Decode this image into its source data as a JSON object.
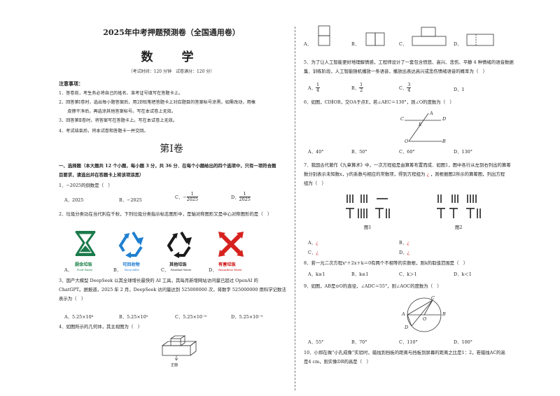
{
  "left": {
    "title": "2025年中考押题预测卷（全国通用卷）",
    "subject": "数　学",
    "exam_info": "（考试时间：120 分钟　试卷满分：120 分）",
    "notice_heading": "注意事项：",
    "notices": [
      "1．答卷前，考生务必将自己的姓名、准考证号填写在答题卡上。",
      "2．回答第Ⅰ卷时，选出每小题答案后，用2B铅笔把答题卡上对应题目的答案标号涂黑。如需改动，用橡",
      "　　皮擦干净后，再选涂其他答案标号。写在本试卷上无效。",
      "3．回答第Ⅱ卷时，将答案写在答题卡上。写在本试卷上无效。",
      "4．考试结束后，将本试卷和答题卡一并交回。"
    ],
    "volume": "第Ⅰ卷",
    "section1_line1": "一、选择题（本大题共 12 个小题，每小题 3 分，共 36 分．在每个小题给出的四个选项中，只有一项符合题",
    "section1_line2": "目要求，请选出并在答题卡上将该项涂黑）",
    "q1": {
      "stem": "1．−2025的倒数是（　）",
      "A": "A．2025",
      "B": "B．−2025",
      "C_prefix": "C．−",
      "C_num": "1",
      "C_den": "2025",
      "D_prefix": "D．",
      "D_num": "1",
      "D_den": "2025"
    },
    "q2": {
      "stem": "2．垃圾分类功在当代利在千秋，下列垃圾分类指示标志图形中，是轴对称图形又是中心对称图形的是（　）",
      "icons": [
        {
          "name": "厨余垃圾",
          "en": "Food Waste",
          "letter": "A．"
        },
        {
          "name": "可回收物",
          "en": "Recyclable",
          "letter": "B．"
        },
        {
          "name": "其他垃圾",
          "en": "Residual Waste",
          "letter": "C．"
        },
        {
          "name": "有害垃圾",
          "en": "Hazardous Waste",
          "letter": "D．"
        }
      ]
    },
    "q3": {
      "line1": "3．国产大模型 DeepSeek 以其全球增长最快的 AI 工具，其每月新增网站访问量已超过 OpenAI 的",
      "line2": "ChatGPT。据报道，2025 年 2 月，DeepSeek 访问量达到 525000000 次，将数字 525000000 用科学记数法",
      "line3": "表示为（　）",
      "A": "A．5.25×10⁸",
      "B": "B．5.25×10⁹",
      "C": "C．5.25×10⁻⁸",
      "D": "D．5.25×10⁻⁹"
    },
    "q4": {
      "stem": "4．如图所示的几何体，其主视图为（　）",
      "front_label": "正面"
    }
  },
  "right": {
    "q4_options": {
      "A": "A．",
      "B": "B．",
      "C": "C．",
      "D": "D．"
    },
    "q5": {
      "line1": "5．为了让人工智能更好地理解情感，工程师设计了一套包含愤怒、高兴、悲伤、平静 4 种情绪的语音数据",
      "line2": "集．训练阶段，人工智能随机播放一条语音，播放出表达高兴或悲伤情绪语音的概率为（　）",
      "A_prefix": "A．",
      "A_num": "1",
      "A_den": "4",
      "B_prefix": "B．",
      "B_num": "1",
      "B_den": "2",
      "C_prefix": "C．",
      "C_num": "3",
      "C_den": "4",
      "D": "D．1"
    },
    "q6": {
      "stem": "6．如图，CD∥OB，交OA于点E，若∠AEC＝130°，则∠O的度数为（　）",
      "labels": {
        "C": "C",
        "D": "D",
        "E": "E",
        "A": "A",
        "O": "O",
        "B": "B"
      },
      "A": "A．40°",
      "B": "B．50°",
      "C": "C．60°",
      "D": "D．130°"
    },
    "q7": {
      "line1": "7．我国古代著作《九章算术》中，一次方程组是由算筹布置而成．如图1，图中各行从左到右列出的算筹",
      "line2": "数分别表示未知数x，y的系数与相应的常数项，得到方程组为",
      "line2b": "，则根据图2所示的算筹图，列出方程",
      "line3": "组为（　）",
      "fig1": "图1",
      "fig2": "图2",
      "A": "A．",
      "B": "B．",
      "C": "C．",
      "D": "D．",
      "mark": "¿"
    },
    "q8": {
      "stem": "8．若一元二次方程x²＋2x＋k＝0有两个不相等的实数根，则k的取值范围是（　）",
      "A": "A．k≥1",
      "B": "B．k≤1",
      "C": "C．k＞1",
      "D": "D．k＜1"
    },
    "q9": {
      "stem": "9．如图，AB是⊙O的直径，∠ADC＝55°，则∠AOC的度数为（　）",
      "labels": {
        "A": "A",
        "B": "B",
        "C": "C",
        "D": "D",
        "O": "O"
      },
      "A": "A．55°",
      "B": "B．70°",
      "C": "C．110°",
      "D": "D．100°"
    },
    "q10": {
      "line1": "10．小郑在做“小孔成像”实验时，蜡烛到挡板的距离与挡板到屏幕的距离之比是1：2，若蜡烛AC的高",
      "line2": "是4 cm，则实像DB的高是（　）"
    }
  },
  "colors": {
    "food": "#1b7a4b",
    "recyclable": "#1f80d0",
    "residual": "#1a1a1a",
    "hazardous": "#d6221e"
  }
}
